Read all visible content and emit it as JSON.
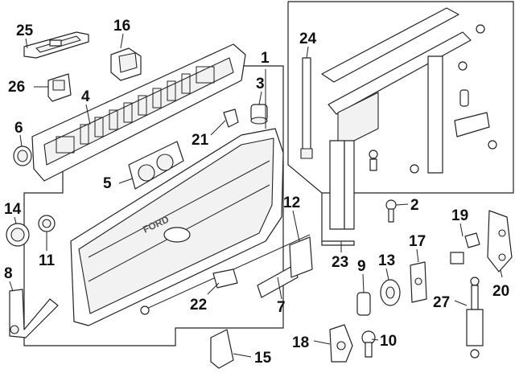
{
  "diagram": {
    "callouts": [
      {
        "id": "1",
        "label": "1"
      },
      {
        "id": "2",
        "label": "2"
      },
      {
        "id": "3",
        "label": "3"
      },
      {
        "id": "4",
        "label": "4"
      },
      {
        "id": "5",
        "label": "5"
      },
      {
        "id": "6",
        "label": "6"
      },
      {
        "id": "7",
        "label": "7"
      },
      {
        "id": "8",
        "label": "8"
      },
      {
        "id": "9",
        "label": "9"
      },
      {
        "id": "10",
        "label": "10"
      },
      {
        "id": "11",
        "label": "11"
      },
      {
        "id": "12",
        "label": "12"
      },
      {
        "id": "13",
        "label": "13"
      },
      {
        "id": "14",
        "label": "14"
      },
      {
        "id": "15",
        "label": "15"
      },
      {
        "id": "16",
        "label": "16"
      },
      {
        "id": "17",
        "label": "17"
      },
      {
        "id": "18",
        "label": "18"
      },
      {
        "id": "19",
        "label": "19"
      },
      {
        "id": "20",
        "label": "20"
      },
      {
        "id": "21",
        "label": "21"
      },
      {
        "id": "22",
        "label": "22"
      },
      {
        "id": "23",
        "label": "23"
      },
      {
        "id": "24",
        "label": "24"
      },
      {
        "id": "25",
        "label": "25"
      },
      {
        "id": "26",
        "label": "26"
      },
      {
        "id": "27",
        "label": "27"
      }
    ],
    "panel_lettering": "FORD",
    "colors": {
      "ink": "#222222",
      "background": "#ffffff"
    }
  }
}
